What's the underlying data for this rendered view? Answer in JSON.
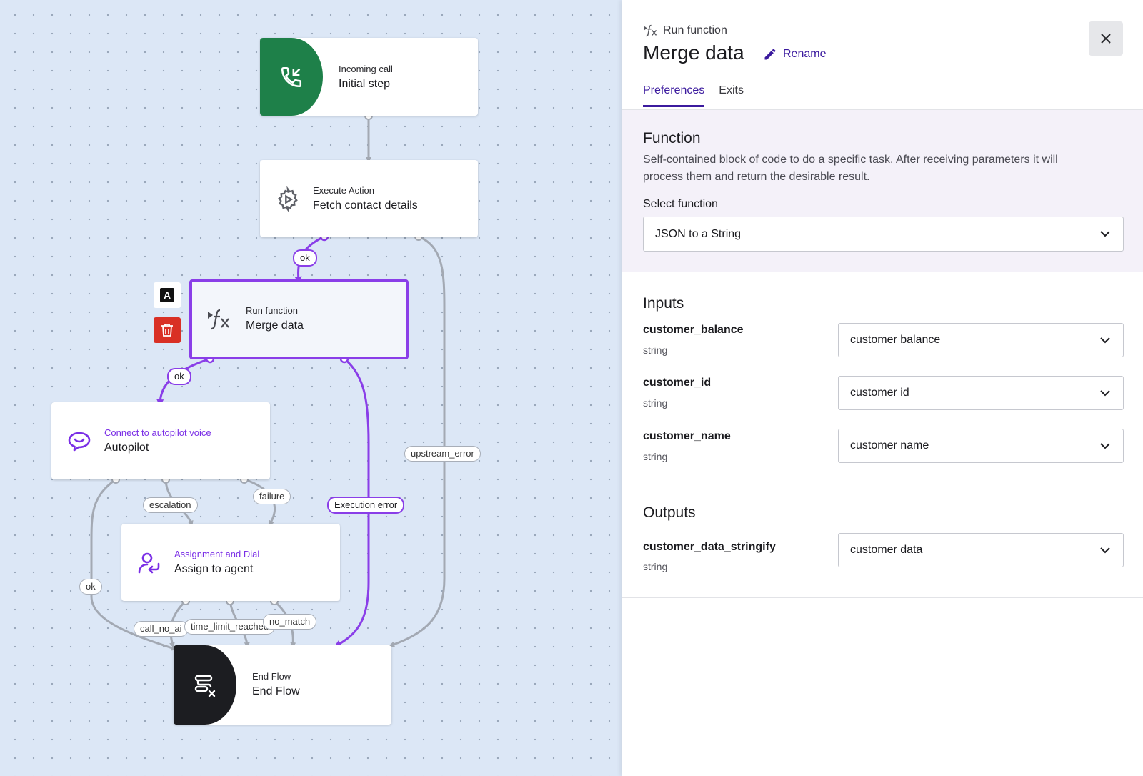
{
  "canvas": {
    "nodes": {
      "incoming": {
        "type": "Incoming call",
        "title": "Initial step"
      },
      "execute": {
        "type": "Execute Action",
        "title": "Fetch contact details"
      },
      "runfn": {
        "type": "Run function",
        "title": "Merge data"
      },
      "autopilot": {
        "type": "Connect to autopilot voice",
        "title": "Autopilot"
      },
      "assign": {
        "type": "Assignment and Dial",
        "title": "Assign to agent"
      },
      "endflow": {
        "type": "End Flow",
        "title": "End Flow"
      }
    },
    "edge_labels": {
      "ok1": "ok",
      "ok2": "ok",
      "ok3": "ok",
      "upstream": "upstream_error",
      "exec_error": "Execution error",
      "escalation": "escalation",
      "failure": "failure",
      "call_no_answer": "call_no_ai",
      "time_limit": "time_limit_reached",
      "no_match": "no_match"
    },
    "side_badge_letter": "A"
  },
  "panel": {
    "type_label": "Run function",
    "title": "Merge data",
    "rename_label": "Rename",
    "tabs": [
      {
        "label": "Preferences",
        "active": true
      },
      {
        "label": "Exits",
        "active": false
      }
    ],
    "function_section": {
      "heading": "Function",
      "description": "Self-contained block of code to do a specific task. After receiving parameters it will process them and return the desirable result.",
      "select_label": "Select function",
      "selected": "JSON to a String"
    },
    "inputs": {
      "heading": "Inputs",
      "items": [
        {
          "name": "customer_balance",
          "type": "string",
          "value": "customer balance"
        },
        {
          "name": "customer_id",
          "type": "string",
          "value": "customer id"
        },
        {
          "name": "customer_name",
          "type": "string",
          "value": "customer name"
        }
      ]
    },
    "outputs": {
      "heading": "Outputs",
      "items": [
        {
          "name": "customer_data_stringify",
          "type": "string",
          "value": "customer data"
        }
      ]
    }
  },
  "colors": {
    "accent_purple": "#8a3ee8",
    "brand_indigo": "#3b1a9e",
    "start_green": "#1e8049",
    "delete_red": "#d93025",
    "end_dark": "#1c1d21"
  },
  "icons": {
    "incoming": "phone-incoming-icon",
    "execute": "gear-play-icon",
    "runfn": "function-fx-icon",
    "autopilot": "autopilot-chat-icon",
    "assign": "agent-assign-icon",
    "endflow": "end-flow-icon",
    "delete": "trash-icon",
    "close": "close-icon",
    "rename": "pencil-icon",
    "dropdown": "chevron-down-icon"
  }
}
